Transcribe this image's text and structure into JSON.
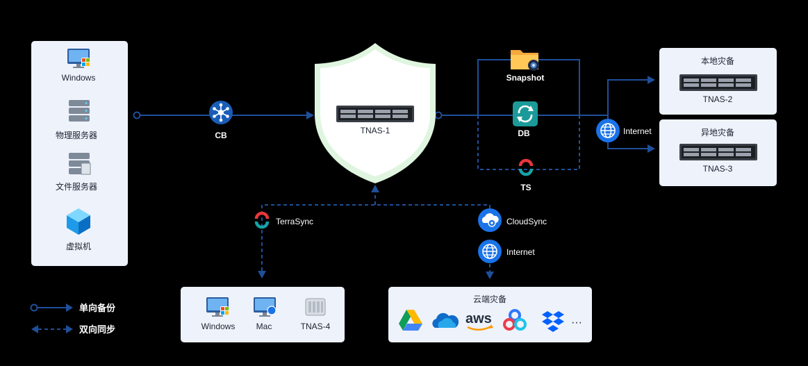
{
  "sources": {
    "windows": "Windows",
    "physical_server": "物理服务器",
    "file_server": "文件服务器",
    "vm": "虚拟机"
  },
  "cb": "CB",
  "tnas1": "TNAS-1",
  "snapshot": "Snapshot",
  "db": "DB",
  "ts": "TS",
  "internet": "Internet",
  "local_dr": {
    "title": "本地灾备",
    "device": "TNAS-2"
  },
  "remote_dr": {
    "title": "异地灾备",
    "device": "TNAS-3"
  },
  "terrasync": "TerraSync",
  "cloudsync": "CloudSync",
  "internet2": "Internet",
  "sync_targets": {
    "windows": "Windows",
    "mac": "Mac",
    "tnas4": "TNAS-4"
  },
  "cloud": {
    "title": "云端灾备",
    "aws": "aws",
    "more": "···"
  },
  "legend": {
    "one_way": "单向备份",
    "two_way": "双向同步"
  },
  "icons": [
    "windows-pc-icon",
    "server-icon",
    "file-server-icon",
    "cube-icon",
    "cb-hub-icon",
    "shield-icon",
    "nas-icon",
    "folder-camera-icon",
    "db-sync-icon",
    "ts-link-icon",
    "globe-icon",
    "cloud-sync-icon",
    "google-drive-icon",
    "onedrive-icon",
    "baidu-cloud-icon",
    "dropbox-icon",
    "mac-icon"
  ],
  "colors": {
    "line": "#1f4f9a",
    "box": "#eef2fb",
    "shield_fill": "#ffffff",
    "shield_edge": "#dff5df"
  }
}
